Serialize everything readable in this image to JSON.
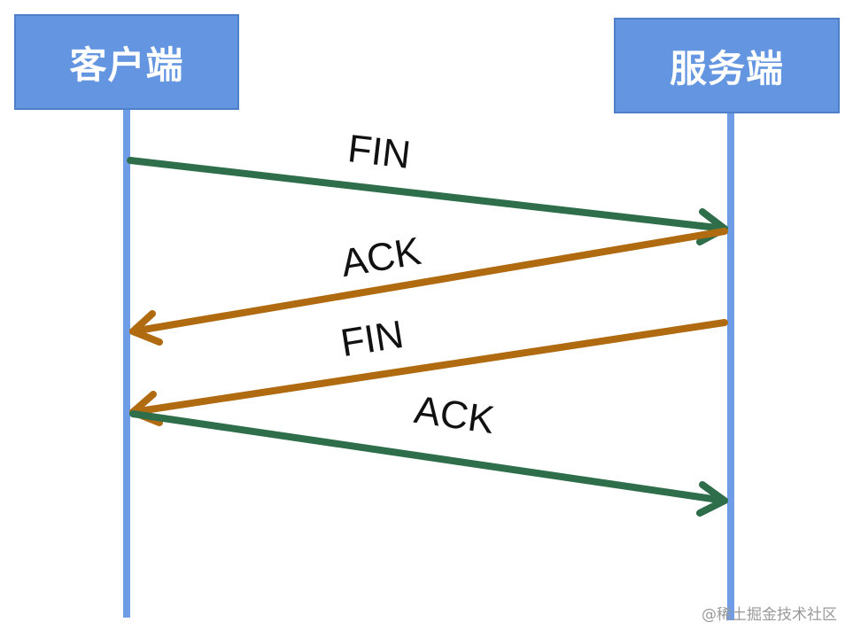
{
  "participants": {
    "client": "客户端",
    "server": "服务端"
  },
  "messages": [
    {
      "label": "FIN",
      "direction": "client-to-server",
      "color": "#2e6e4a"
    },
    {
      "label": "ACK",
      "direction": "server-to-client",
      "color": "#b06a10"
    },
    {
      "label": "FIN",
      "direction": "server-to-client",
      "color": "#b06a10"
    },
    {
      "label": "ACK",
      "direction": "client-to-server",
      "color": "#2e6e4a"
    }
  ],
  "colors": {
    "participant_box": "#6495e0",
    "lifeline": "#6e9ce6"
  },
  "watermark": "@稀土掘金技术社区"
}
